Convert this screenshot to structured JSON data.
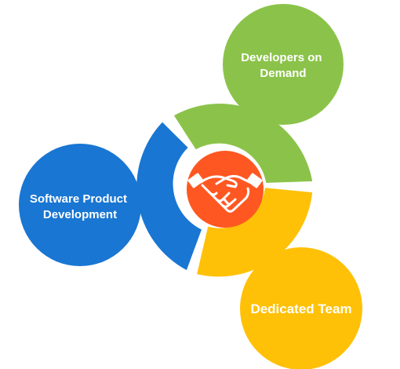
{
  "services": [
    {
      "id": "developers-on-demand",
      "lines": [
        "Developers on",
        "Demand"
      ],
      "color": "#8BC34A"
    },
    {
      "id": "software-product-development",
      "lines": [
        "Software Product",
        "Development"
      ],
      "color": "#1976D2"
    },
    {
      "id": "dedicated-team",
      "lines": [
        "Dedicated Team"
      ],
      "color": "#FFC107"
    }
  ],
  "hub": {
    "icon": "handshake-icon",
    "color": "#FF5722"
  }
}
